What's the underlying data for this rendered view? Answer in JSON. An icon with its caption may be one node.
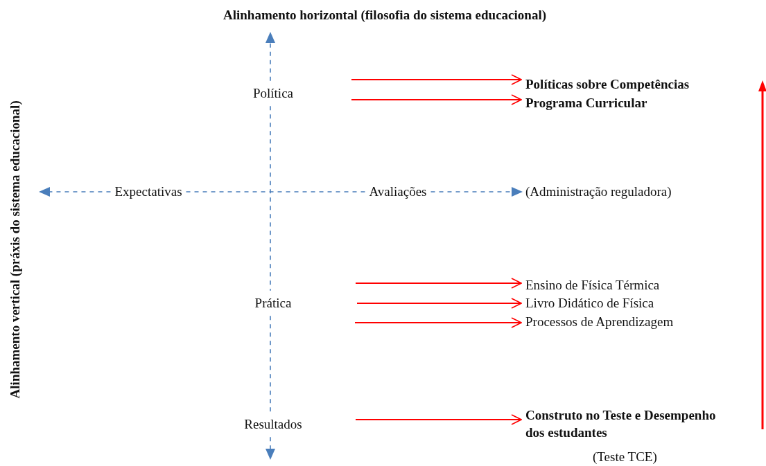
{
  "diagram": {
    "title": "Alinhamento horizontal (filosofia do sistema educacional)",
    "nodes": [
      {
        "text": [
          "Política"
        ]
      },
      {
        "text": [
          "Expectativas"
        ]
      },
      {
        "text": [
          "Avaliações"
        ]
      },
      {
        "text": [
          "(Administração reguladora)"
        ]
      },
      {
        "text": [
          "Políticas sobre Competências"
        ]
      },
      {
        "text": [
          "Programa Curricular"
        ]
      },
      {
        "text": [
          "Prática"
        ]
      },
      {
        "text": [
          "Ensino de Física Térmica"
        ]
      },
      {
        "text": [
          "Livro Didático de Física"
        ]
      },
      {
        "text": [
          "Processos de Aprendizagem"
        ]
      },
      {
        "text": [
          "Resultados"
        ]
      },
      {
        "text": [
          "Construto no Teste e Desempenho dos estudantes"
        ],
        "beside": [
          "(Teste TCE)"
        ]
      }
    ],
    "edges": [
      {
        "from": 0,
        "to": null,
        "arrow": "to",
        "style": "dashed"
      },
      {
        "from": 0,
        "to": 6,
        "arrow": "none",
        "style": "dashed"
      },
      {
        "from": 6,
        "to": 10,
        "arrow": "none",
        "style": "dashed"
      },
      {
        "from": 10,
        "to": null,
        "arrow": "to",
        "style": "dashed"
      },
      {
        "from": 1,
        "to": null,
        "arrow": "to",
        "style": "dashed"
      },
      {
        "from": 1,
        "to": 2,
        "arrow": "none",
        "style": "dashed"
      },
      {
        "from": 2,
        "to": 3,
        "arrow": "to",
        "style": "dashed"
      },
      {
        "from": null,
        "to": 4,
        "arrow": "to",
        "color": "#ff0000"
      },
      {
        "from": null,
        "to": 5,
        "arrow": "to",
        "color": "#ff0000"
      },
      {
        "from": null,
        "to": 7,
        "arrow": "to",
        "color": "#ff0000"
      },
      {
        "from": null,
        "to": 8,
        "arrow": "to",
        "color": "#ff0000"
      },
      {
        "from": null,
        "to": 9,
        "arrow": "to",
        "color": "#ff0000"
      },
      {
        "from": null,
        "to": 11,
        "arrow": "to",
        "color": "#ff0000"
      }
    ],
    "labels": [
      "Alinhamento vertical (práxis do sistema educacional)"
    ]
  }
}
